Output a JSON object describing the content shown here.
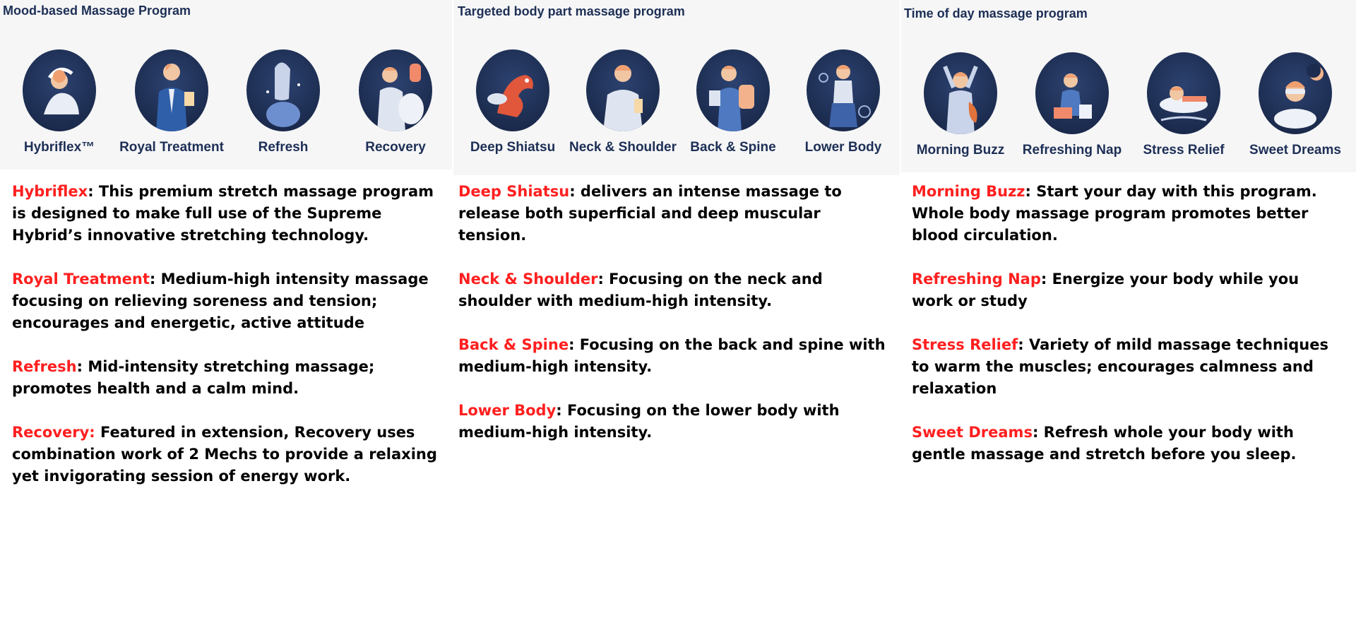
{
  "sections": [
    {
      "title": "Mood-based Massage Program",
      "programs": [
        {
          "label": "Hybriflex™",
          "icon": "stretch-person-icon"
        },
        {
          "label": "Royal Treatment",
          "icon": "businessman-icon"
        },
        {
          "label": "Refresh",
          "icon": "woman-meditating-icon"
        },
        {
          "label": "Recovery",
          "icon": "man-relaxing-icon"
        }
      ],
      "descriptions": [
        {
          "name": "Hybriflex",
          "text": ": This premium stretch massage program is designed to make full use of the Supreme Hybrid’s innovative stretching technology."
        },
        {
          "name": "Royal Treatment",
          "text": ": Medium-high intensity massage focusing on relieving soreness and tension; encourages and energetic, active attitude"
        },
        {
          "name": "Refresh",
          "text": ": Mid-intensity stretching massage; promotes health and a calm mind."
        },
        {
          "name": "Recovery:",
          "text": " Featured in extension, Recovery uses combination work of 2 Mechs to provide a relaxing yet invigorating session of energy work."
        }
      ]
    },
    {
      "title": "Targeted body part massage program",
      "programs": [
        {
          "label": "Deep Shiatsu",
          "icon": "dragon-icon"
        },
        {
          "label": "Neck & Shoulder",
          "icon": "neck-shoulder-icon"
        },
        {
          "label": "Back & Spine",
          "icon": "backpack-person-icon"
        },
        {
          "label": "Lower Body",
          "icon": "lower-body-person-icon"
        }
      ],
      "descriptions": [
        {
          "name": "Deep Shiatsu",
          "text": ": delivers an intense massage to release both superficial and deep muscular tension."
        },
        {
          "name": "Neck & Shoulder",
          "text": ": Focusing on the neck and shoulder with medium-high intensity."
        },
        {
          "name": "Back & Spine",
          "text": ": Focusing on the back and spine with medium-high intensity."
        },
        {
          "name": "Lower Body",
          "text": ": Focusing on the lower body with medium-high intensity."
        }
      ]
    },
    {
      "title": "Time of day massage program",
      "programs": [
        {
          "label": "Morning Buzz",
          "icon": "morning-stretch-icon"
        },
        {
          "label": "Refreshing Nap",
          "icon": "nap-desk-icon"
        },
        {
          "label": "Stress Relief",
          "icon": "sleeping-person-icon"
        },
        {
          "label": "Sweet Dreams",
          "icon": "sleep-mask-icon"
        }
      ],
      "descriptions": [
        {
          "name": "Morning Buzz",
          "text": ": Start your day with this program. Whole body massage program promotes better blood circulation."
        },
        {
          "name": "Refreshing Nap",
          "text": ": Energize your body while you work or study"
        },
        {
          "name": "Stress Relief",
          "text": ": Variety of mild massage techniques to warm the muscles; encourages calmness and relaxation"
        },
        {
          "name": "Sweet Dreams",
          "text": ": Refresh whole your body with gentle massage and stretch before you sleep."
        }
      ]
    }
  ],
  "colors": {
    "title_navy": "#1d2f55",
    "circle_navy": "#1c2c4f",
    "highlight_red": "#ff1f1f",
    "panel_bg": "#f6f6f7"
  }
}
